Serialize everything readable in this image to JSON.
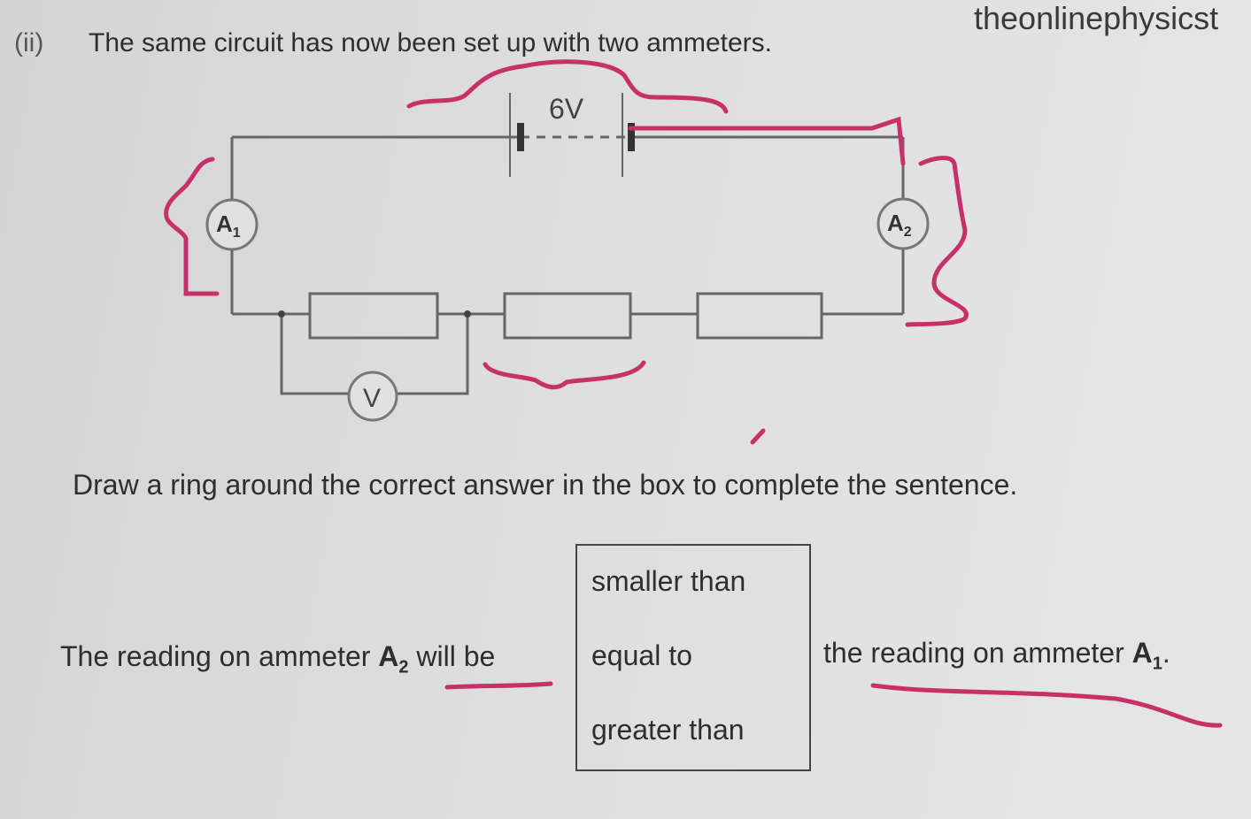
{
  "watermark": "theonlinephysicst",
  "question": {
    "number": "(ii)",
    "text": "The same circuit has now been set up with two ammeters."
  },
  "circuit": {
    "battery_label": "6V",
    "ammeter1": "A",
    "ammeter1_sub": "1",
    "ammeter2": "A",
    "ammeter2_sub": "2",
    "voltmeter": "V"
  },
  "instruction": "Draw a ring around the correct answer in the box to complete the sentence.",
  "sentence": {
    "before": "The reading on ammeter ",
    "before_bold": "A",
    "before_sub": "2",
    "before_end": " will be",
    "after": "the reading on ammeter ",
    "after_bold": "A",
    "after_sub": "1",
    "after_end": "."
  },
  "options": [
    "smaller than",
    "equal to",
    "greater than"
  ],
  "annotation_color": "#c8306a"
}
